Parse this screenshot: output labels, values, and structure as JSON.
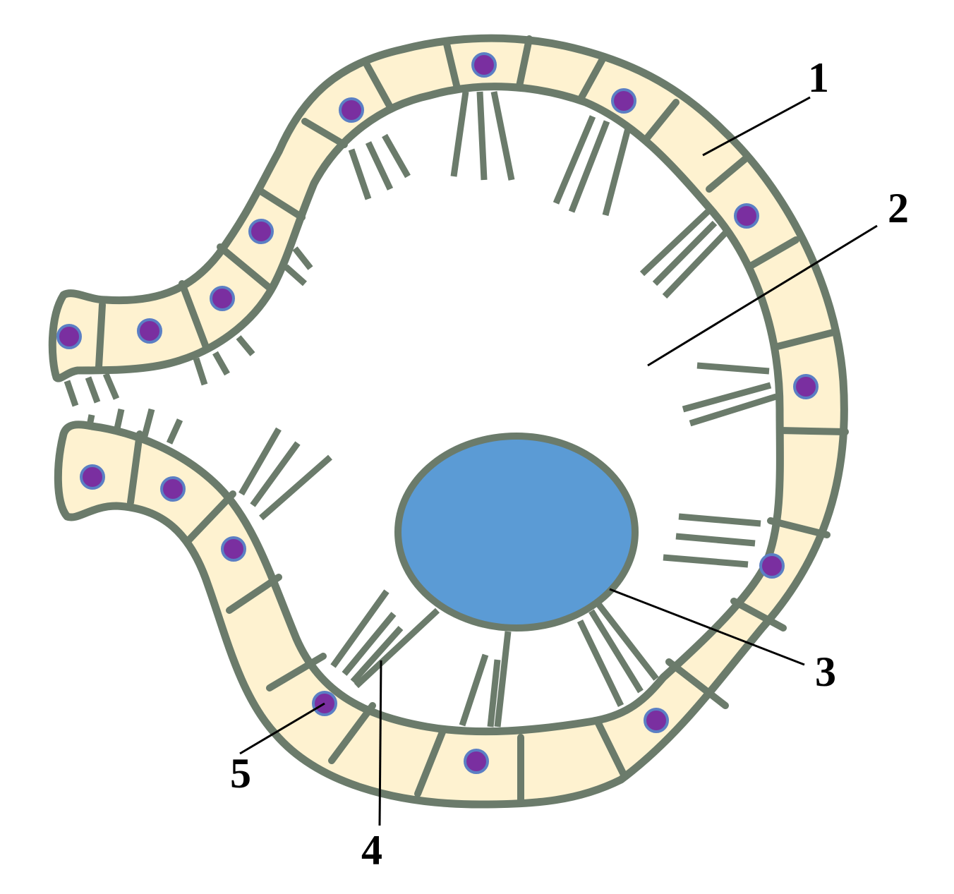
{
  "colors": {
    "wall_outline": "#6b7b6b",
    "cell_fill": "#fef2d0",
    "nucleus_fill": "#7a2fa0",
    "nucleus_ring": "#5b7fc4",
    "vacuole_fill": "#5b9bd5",
    "background": "#ffffff",
    "leader_line": "#000000"
  },
  "labels": {
    "l1": "1",
    "l2": "2",
    "l3": "3",
    "l4": "4",
    "l5": "5"
  }
}
